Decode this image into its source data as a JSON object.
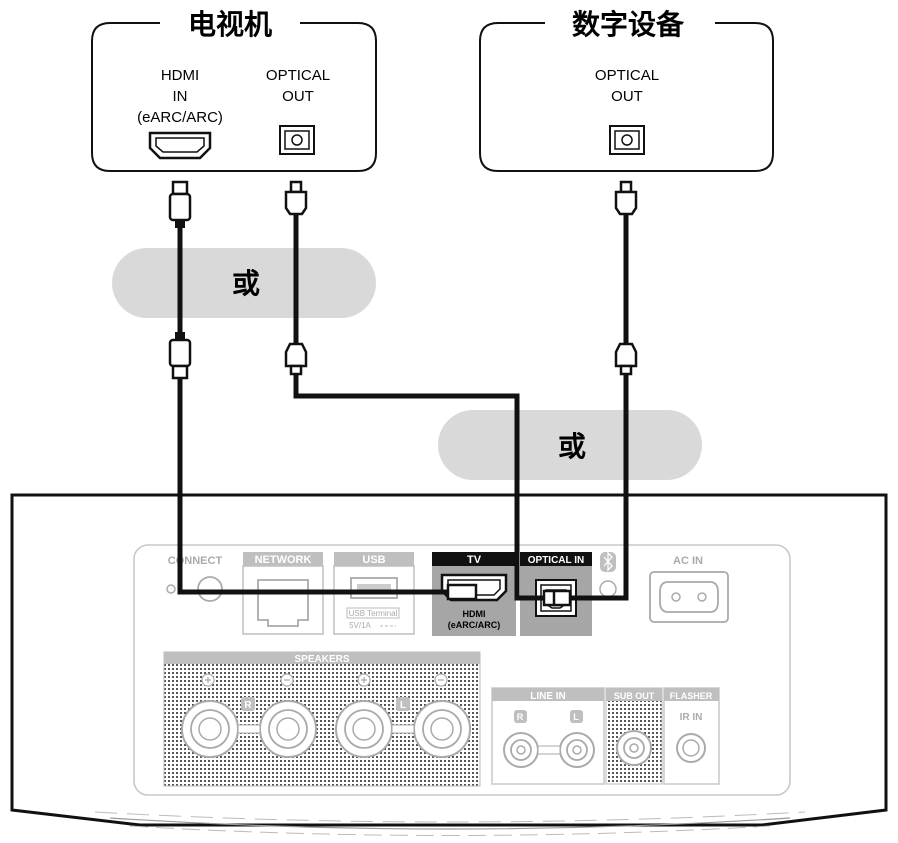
{
  "devices": {
    "tv": {
      "title": "电视机",
      "hdmi_label": [
        "HDMI",
        "IN",
        "(eARC/ARC)"
      ],
      "optical_label": [
        "OPTICAL",
        "OUT"
      ]
    },
    "digital": {
      "title": "数字设备",
      "optical_label": [
        "OPTICAL",
        "OUT"
      ]
    }
  },
  "or_labels": [
    "或",
    "或"
  ],
  "receiver": {
    "connect_label": "CONNECT",
    "network_label": "NETWORK",
    "usb_label": "USB",
    "usb_terminal": [
      "USB Terminal",
      "5V/1A"
    ],
    "tv_label": "TV",
    "hdmi_port_label": [
      "HDMI",
      "(eARC/ARC)"
    ],
    "optical_in_label": "OPTICAL IN",
    "ac_in_label": "AC IN",
    "speakers_label": "SPEAKERS",
    "speaker_r": "R",
    "speaker_l": "L",
    "line_in_label": "LINE IN",
    "line_in_r": "R",
    "line_in_l": "L",
    "sub_out_label": "SUB OUT",
    "flasher_label": "FLASHER",
    "ir_in_label": "IR IN"
  },
  "colors": {
    "cable": "#111111",
    "or_bubble": "#d9d9d9",
    "panel_outline": "#c8c8c8",
    "label_bg": "#bfbfbf",
    "highlight_bg": "#a6a6a6"
  }
}
